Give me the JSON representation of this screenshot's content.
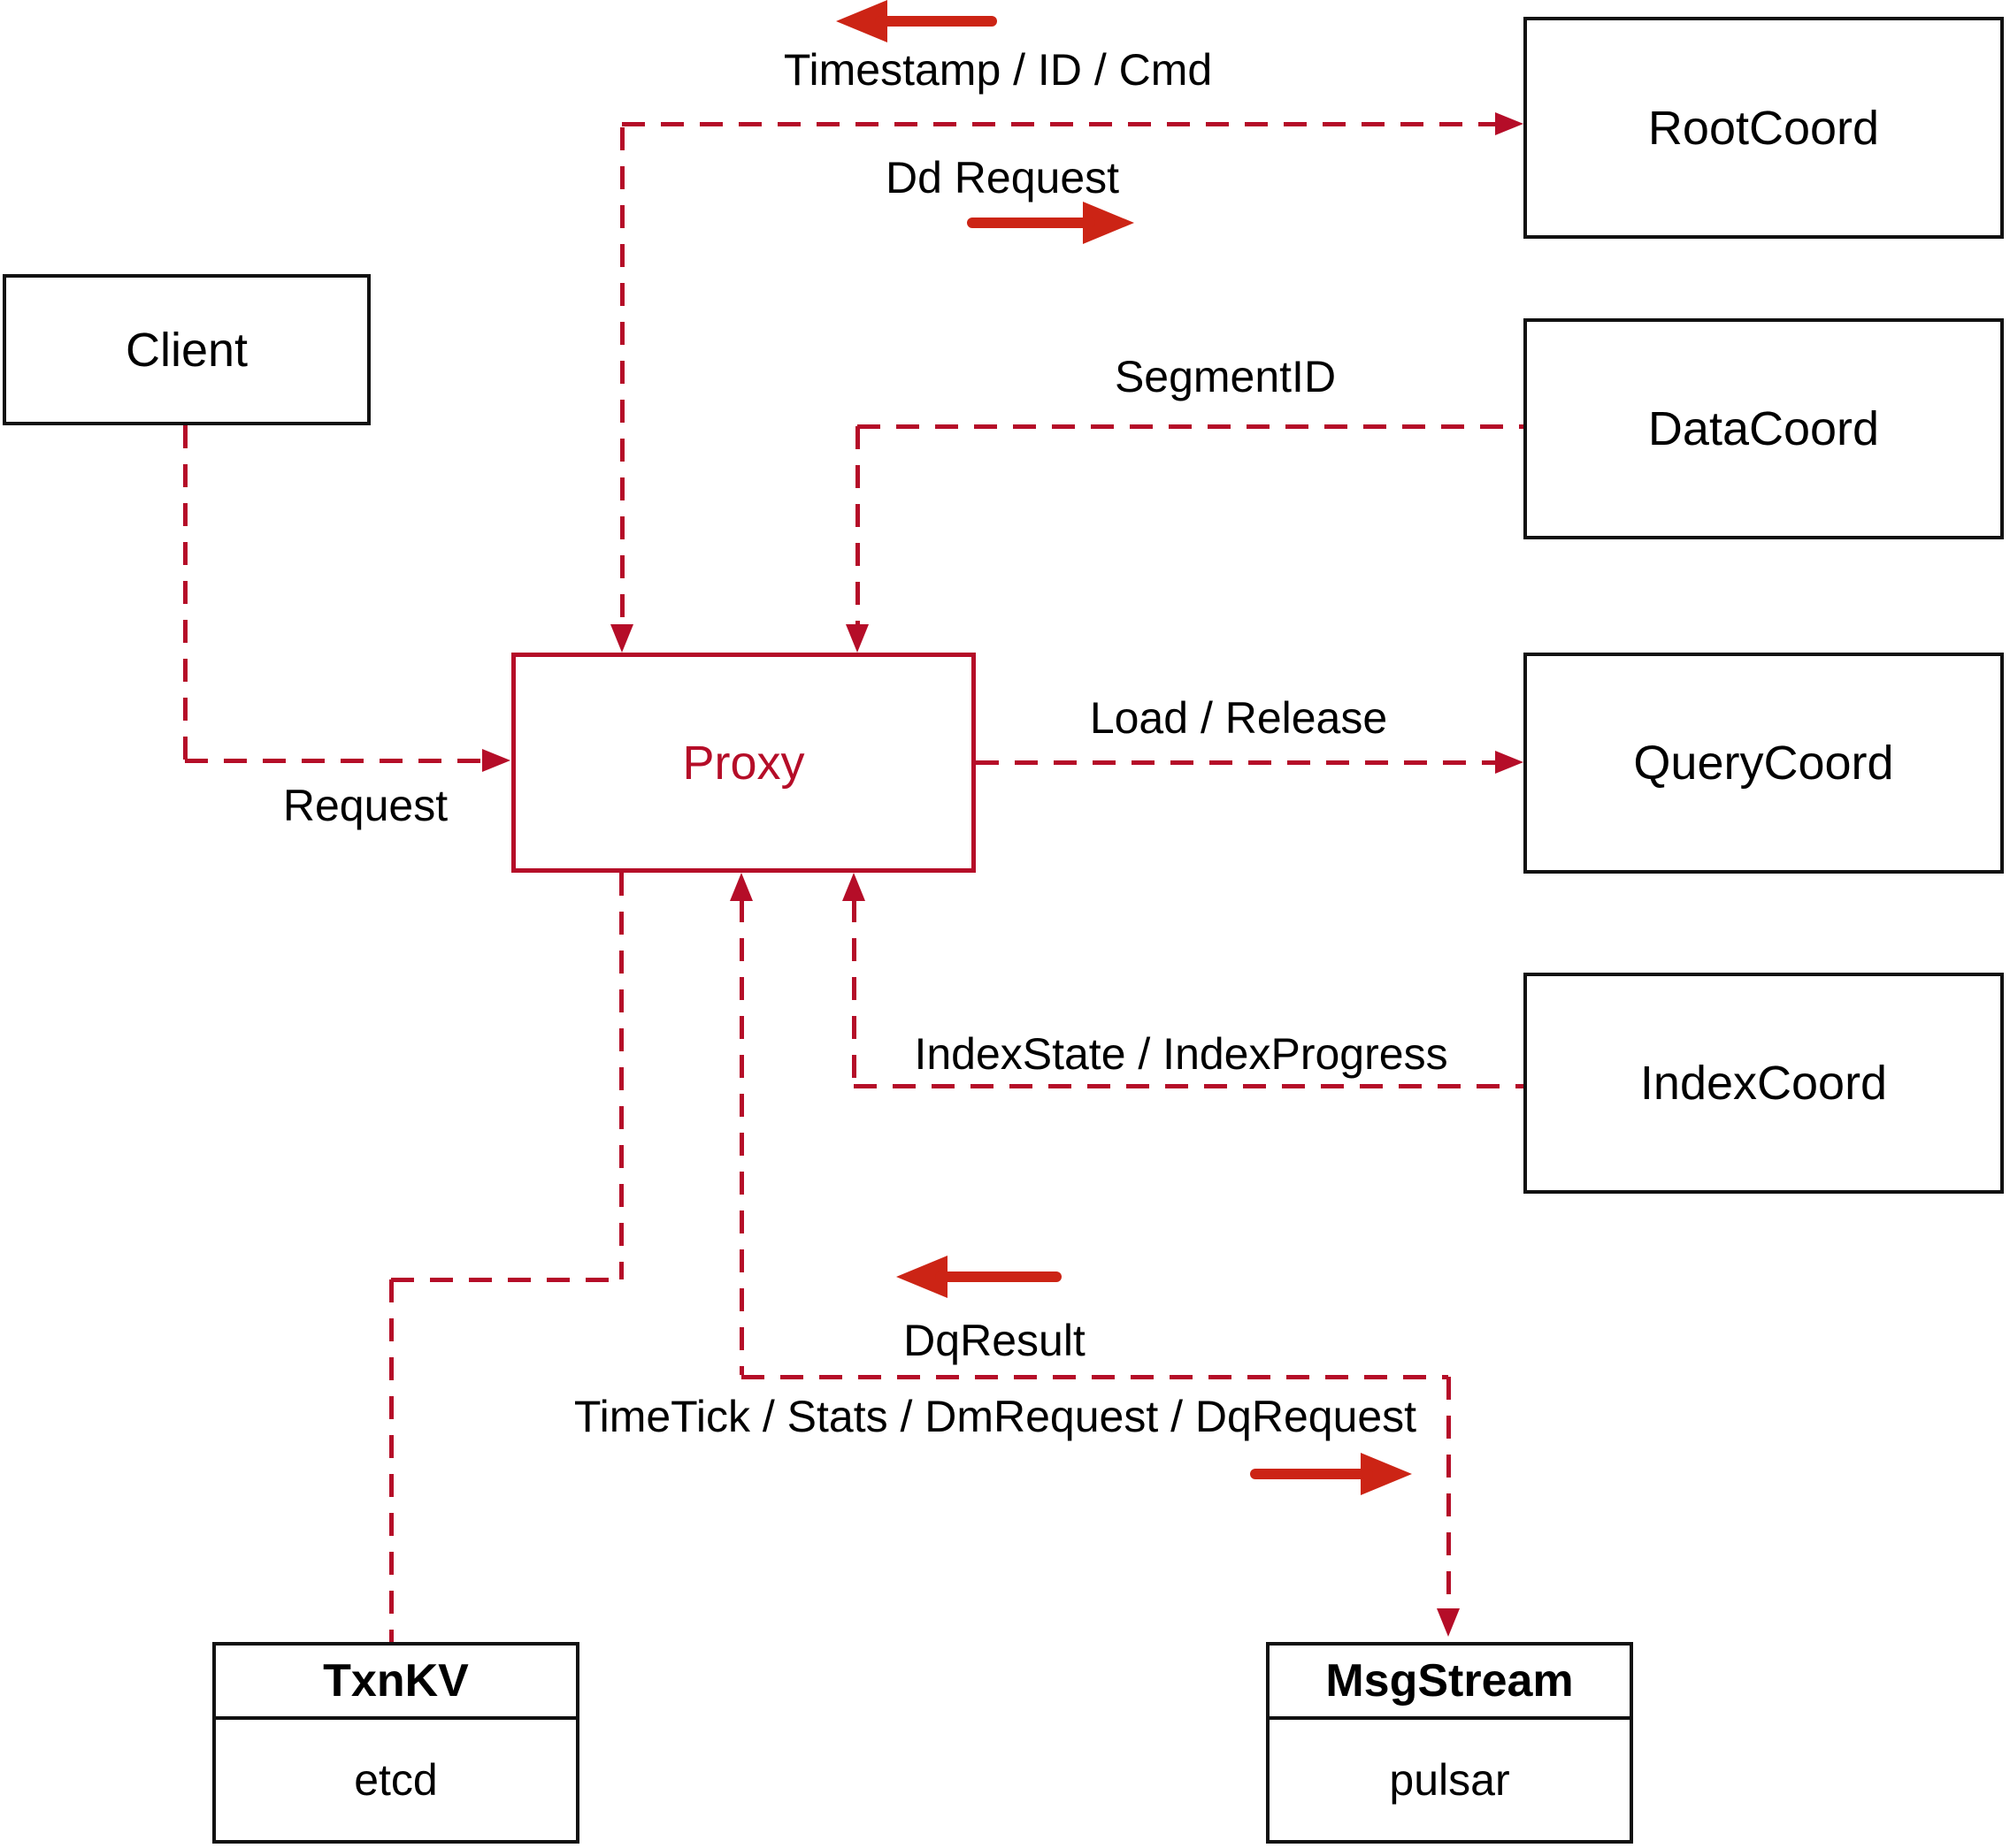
{
  "colors": {
    "line_red": "#b50d28",
    "arrow_red": "#cc2415",
    "box_black": "#111111",
    "text_black": "#000000"
  },
  "nodes": {
    "client": {
      "label": "Client"
    },
    "proxy": {
      "label": "Proxy"
    },
    "root_coord": {
      "label": "RootCoord"
    },
    "data_coord": {
      "label": "DataCoord"
    },
    "query_coord": {
      "label": "QueryCoord"
    },
    "index_coord": {
      "label": "IndexCoord"
    },
    "txn_kv": {
      "title": "TxnKV",
      "impl": "etcd"
    },
    "msg_stream": {
      "title": "MsgStream",
      "impl": "pulsar"
    }
  },
  "edge_labels": {
    "timestamp_id_cmd": "Timestamp / ID / Cmd",
    "dd_request": "Dd Request",
    "segment_id": "SegmentID",
    "request": "Request",
    "load_release": "Load / Release",
    "index_state_progress": "IndexState / IndexProgress",
    "dq_result": "DqResult",
    "timetick_stats": "TimeTick / Stats / DmRequest / DqRequest"
  }
}
